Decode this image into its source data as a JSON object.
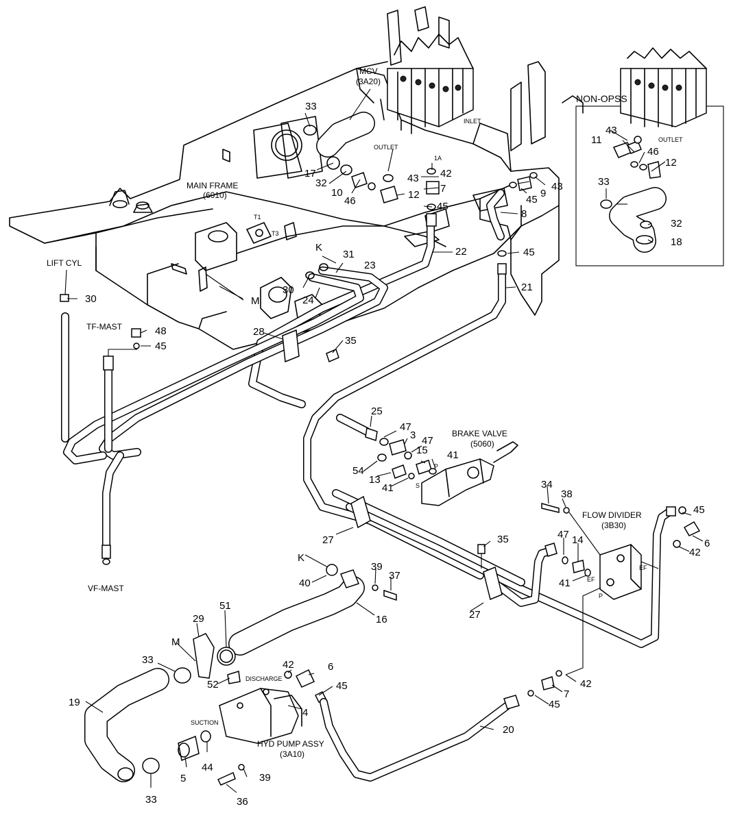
{
  "labels": {
    "mcv": "MCV",
    "mcv_code": "(3A20)",
    "non_opss": "NON-OPSS",
    "main_frame": "MAIN FRAME",
    "main_frame_code": "(6010)",
    "lift_cyl": "LIFT CYL",
    "tf_mast": "TF-MAST",
    "vf_mast": "VF-MAST",
    "brake_valve": "BRAKE VALVE",
    "brake_valve_code": "(5060)",
    "flow_divider": "FLOW DIVIDER",
    "flow_divider_code": "(3B30)",
    "hyd_pump": "HYD PUMP ASSY",
    "hyd_pump_code": "(3A10)",
    "inlet": "INLET",
    "outlet": "OUTLET",
    "outlet_inset": "OUTLET",
    "discharge": "DISCHARGE",
    "suction": "SUCTION",
    "k_top": "K",
    "m_top": "M",
    "k_bottom": "K",
    "m_bottom": "M",
    "t1": "T1",
    "t3": "T3",
    "one_a": "1A",
    "p_brake": "P",
    "s_brake": "S",
    "p_fd": "P",
    "ef_fd": "EF",
    "ef_fd2": "EF"
  },
  "callouts": {
    "n33_top": "33",
    "n17": "17",
    "n32": "32",
    "n10": "10",
    "n46": "46",
    "n12": "12",
    "n43_outlet": "43",
    "n42_top": "42",
    "n7_top": "7",
    "n45_top": "45",
    "n9": "9",
    "n43_right": "43",
    "n45_mid": "45",
    "n8": "8",
    "n22": "22",
    "n31": "31",
    "n23": "23",
    "n30_a": "30",
    "n24": "24",
    "n45_21": "45",
    "n21": "21",
    "n30_lift": "30",
    "n48": "48",
    "n45_tf": "45",
    "n28": "28",
    "n35_top": "35",
    "n25": "25",
    "n47_a": "47",
    "n3": "3",
    "n47_b": "47",
    "n15": "15",
    "n41_a": "41",
    "n54": "54",
    "n13": "13",
    "n41_b": "41",
    "n34": "34",
    "n38": "38",
    "n45_fd": "45",
    "n6_fd": "6",
    "n42_fd": "42",
    "n47_fd": "47",
    "n14": "14",
    "n41_fd": "41",
    "n27_a": "27",
    "n35_b": "35",
    "n27_b": "27",
    "n40": "40",
    "n39_top": "39",
    "n37": "37",
    "n16": "16",
    "n51": "51",
    "n29": "29",
    "n33_mid": "33",
    "n52": "52",
    "n42_pump": "42",
    "n6_pump": "6",
    "n45_pump": "45",
    "n4": "4",
    "n19": "19",
    "n44": "44",
    "n5": "5",
    "n39_bot": "39",
    "n36": "36",
    "n33_bot": "33",
    "n20": "20",
    "n7_bot": "7",
    "n45_bot": "45",
    "n42_bot": "42",
    "in_43": "43",
    "in_11": "11",
    "in_46": "46",
    "in_12": "12",
    "in_33": "33",
    "in_32": "32",
    "in_18": "18"
  }
}
